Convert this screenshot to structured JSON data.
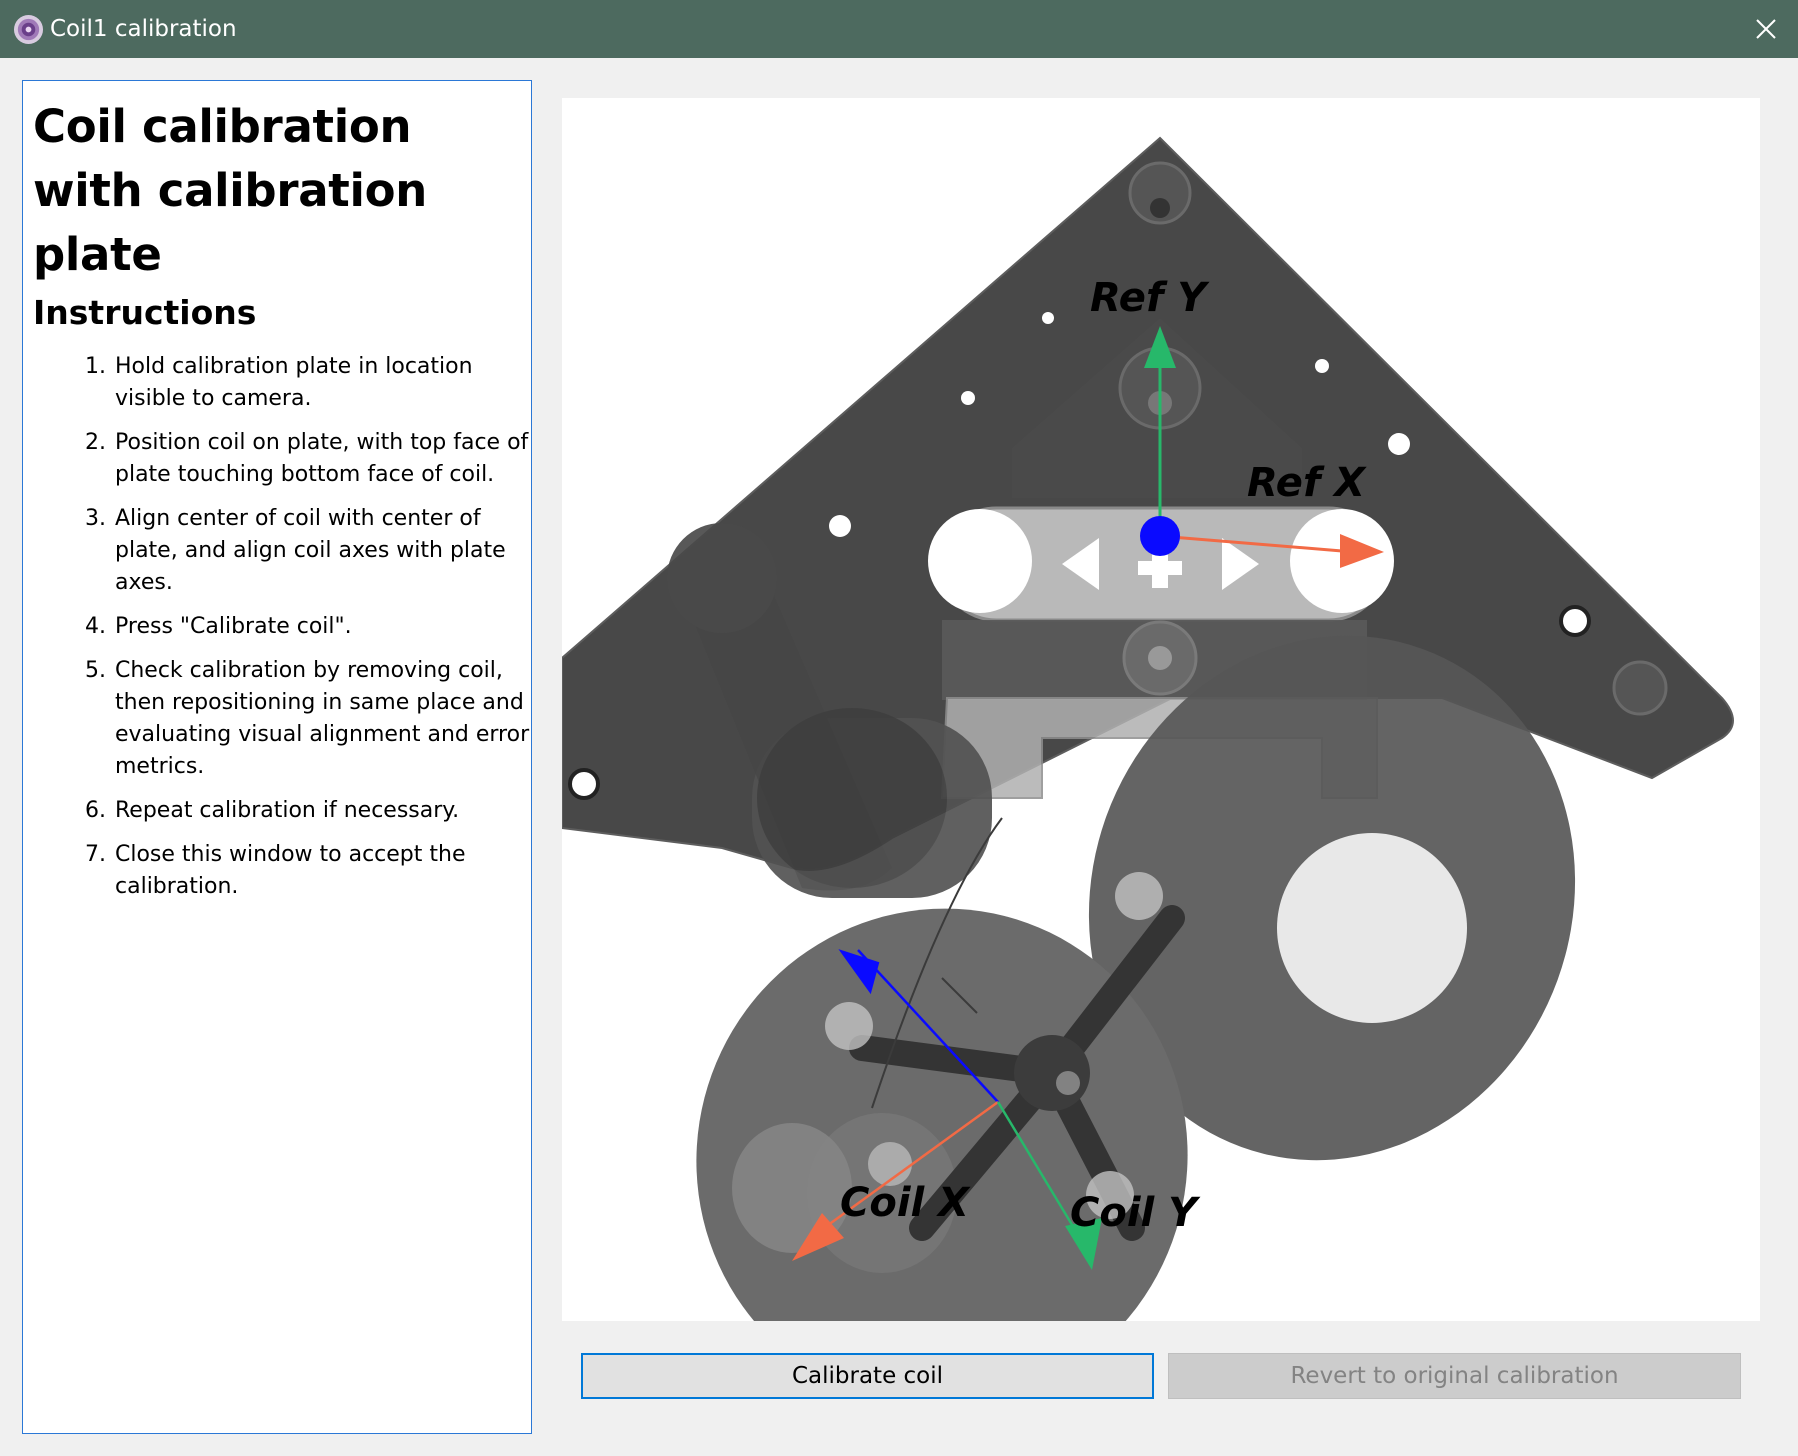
{
  "window": {
    "title": "Coil1 calibration",
    "app_icon": "app-logo-icon",
    "close_icon": "close-icon"
  },
  "instructions": {
    "title": "Coil calibration with calibration plate",
    "subtitle": "Instructions",
    "steps": [
      "Hold calibration plate in location visible to camera.",
      "Position coil on plate, with top face of plate touching bottom face of coil.",
      "Align center of coil with center of plate, and align coil axes with plate axes.",
      "Press \"Calibrate coil\".",
      "Check calibration by removing coil, then repositioning in same place and evaluating visual alignment and error metrics.",
      "Repeat calibration if necessary.",
      "Close this window to accept the calibration."
    ]
  },
  "viewport": {
    "labels": {
      "ref_y": "Ref Y",
      "ref_x": "Ref X",
      "coil_x": "Coil X",
      "coil_y": "Coil Y"
    },
    "colors": {
      "x_axis": "#f26a45",
      "y_axis": "#27b86a",
      "z_axis": "#0a0aff",
      "plate": "#3a3a3a",
      "coil": "#5c5c5c"
    }
  },
  "buttons": {
    "calibrate": "Calibrate coil",
    "revert": "Revert to original calibration"
  }
}
